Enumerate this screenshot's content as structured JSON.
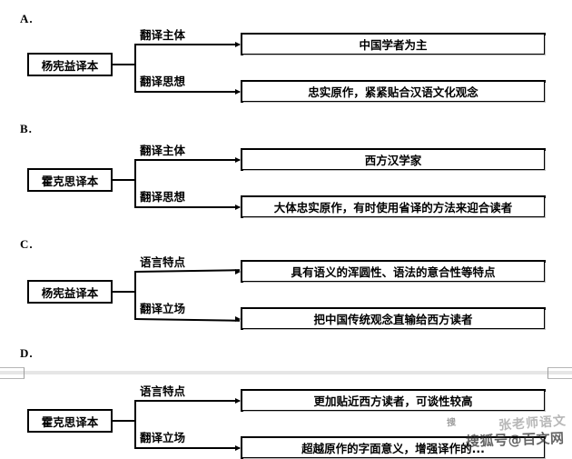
{
  "document": {
    "type": "multiple-choice-diagram-options",
    "page_break_present": true
  },
  "options": [
    {
      "letter": "A.",
      "source_label": "杨宪益译本",
      "branches": [
        {
          "label": "翻译主体",
          "value": "中国学者为主"
        },
        {
          "label": "翻译思想",
          "value": "忠实原作，紧紧贴合汉语文化观念"
        }
      ]
    },
    {
      "letter": "B.",
      "source_label": "霍克思译本",
      "branches": [
        {
          "label": "翻译主体",
          "value": "西方汉学家"
        },
        {
          "label": "翻译思想",
          "value": "大体忠实原作，有时使用省译的方法来迎合读者"
        }
      ]
    },
    {
      "letter": "C.",
      "source_label": "杨宪益译本",
      "branches": [
        {
          "label": "语言特点",
          "value": "具有语义的浑圆性、语法的意合性等特点"
        },
        {
          "label": "翻译立场",
          "value": "把中国传统观念直输给西方读者"
        }
      ]
    },
    {
      "letter": "D.",
      "source_label": "霍克思译本",
      "branches": [
        {
          "label": "语言特点",
          "value": "更加贴近西方读者，可谈性较高"
        },
        {
          "label": "翻译立场",
          "value": "超越原作的字面意义，增强译作的..."
        }
      ]
    }
  ],
  "watermark": {
    "line1": "张老师语文",
    "line2": "搜狐号@百文网",
    "badge": "搜"
  }
}
